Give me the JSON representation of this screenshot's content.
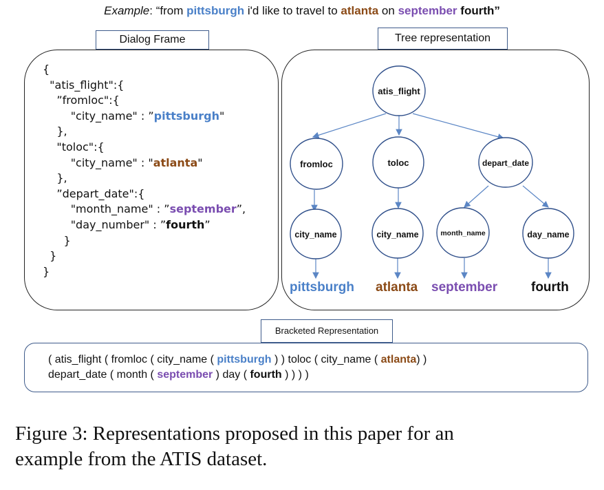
{
  "example": {
    "lead": "Example",
    "colon": ": “from ",
    "origin": "pittsburgh",
    "mid1": " i'd like to travel to ",
    "destination": "atlanta",
    "mid2": " on ",
    "month": "september",
    "space": " ",
    "day": "fourth",
    "close": "”"
  },
  "labels": {
    "dialog_frame": "Dialog Frame",
    "tree_representation": "Tree representation",
    "bracketed_representation": "Bracketed Representation"
  },
  "json_lines": [
    {
      "pre": "{",
      "val": "",
      "post": "",
      "color": ""
    },
    {
      "pre": "  \"atis_flight\":{",
      "val": "",
      "post": "",
      "color": ""
    },
    {
      "pre": "    ”fromloc\":{",
      "val": "",
      "post": "",
      "color": ""
    },
    {
      "pre": "        \"city_name\" : ”",
      "val": "pittsburgh",
      "post": "\"",
      "color": "blue"
    },
    {
      "pre": "    },",
      "val": "",
      "post": "",
      "color": ""
    },
    {
      "pre": "    \"toloc\":{",
      "val": "",
      "post": "",
      "color": ""
    },
    {
      "pre": "        \"city_name\" : \"",
      "val": "atlanta",
      "post": "\"",
      "color": "brown"
    },
    {
      "pre": "    },",
      "val": "",
      "post": "",
      "color": ""
    },
    {
      "pre": "    ”depart_date\":{",
      "val": "",
      "post": "",
      "color": ""
    },
    {
      "pre": "        \"month_name\" : ”",
      "val": "september",
      "post": "”,",
      "color": "purple"
    },
    {
      "pre": "        \"day_number\" : ”",
      "val": "fourth",
      "post": "”",
      "color": "black"
    },
    {
      "pre": "      }",
      "val": "",
      "post": "",
      "color": ""
    },
    {
      "pre": "  }",
      "val": "",
      "post": "",
      "color": ""
    },
    {
      "pre": "}",
      "val": "",
      "post": "",
      "color": ""
    }
  ],
  "tree": {
    "root": "atis_flight",
    "fromloc": "fromloc",
    "toloc": "toloc",
    "depart_date": "depart_date",
    "city_name_1": "city_name",
    "city_name_2": "city_name",
    "month_name": "month_name",
    "day_name": "day_name"
  },
  "leaves": {
    "pittsburgh": "pittsburgh",
    "atlanta": "atlanta",
    "september": "september",
    "fourth": "fourth"
  },
  "bracketed": {
    "l1a": "( atis_flight ( fromloc ( city_name ( ",
    "l1b": "pittsburgh",
    "l1c": " ) ) toloc ( city_name ( ",
    "l1d": "atlanta",
    "l1e": ") )",
    "l2a": "depart_date ( month ( ",
    "l2b": "september",
    "l2c": " ) day ( ",
    "l2d": "fourth",
    "l2e": " ) ) ) )"
  },
  "caption": {
    "line1": "Figure 3: Representations proposed in this paper for an",
    "line2": "example from the ATIS dataset."
  },
  "colors": {
    "blue": "#4a80c8",
    "brown": "#8b4a16",
    "purple": "#7a4db0",
    "black": "#111111",
    "node_stroke": "#2f4f8a",
    "edge": "#5b86c5"
  }
}
